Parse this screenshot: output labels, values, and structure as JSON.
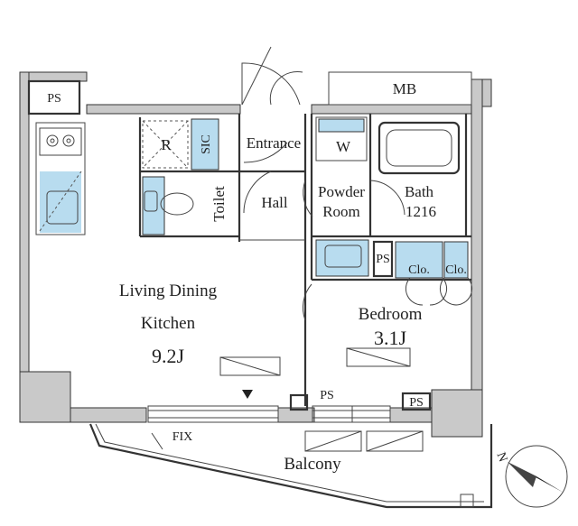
{
  "colors": {
    "wall_fill": "#c9c9c9",
    "line": "#333333",
    "storage_fill": "#b8dcef",
    "background": "#ffffff"
  },
  "labels": {
    "ps_top_left": "PS",
    "mb": "MB",
    "refrigerator": "R",
    "sic": "SIC",
    "entrance": "Entrance",
    "washer": "W",
    "toilet": "Toilet",
    "hall": "Hall",
    "powder_room_1": "Powder",
    "powder_room_2": "Room",
    "bath": "Bath",
    "bath_size": "1216",
    "ps_small": "PS",
    "closet_1": "Clo.",
    "closet_2": "Clo.",
    "ldk_1": "Living Dining",
    "ldk_2": "Kitchen",
    "ldk_size": "9.2J",
    "bedroom": "Bedroom",
    "bedroom_size": "3.1J",
    "ps_bottom_center": "PS",
    "ps_bottom_right": "PS",
    "fix": "FIX",
    "balcony": "Balcony",
    "compass_n": "N"
  },
  "icons": {
    "compass": "north-arrow-icon",
    "stove": "gas-stove-icon",
    "sink": "kitchen-sink-icon",
    "toilet": "toilet-icon",
    "bathtub": "bathtub-icon",
    "washbasin": "washbasin-icon",
    "ac": "air-conditioner-icon",
    "entry_marker": "triangle-marker-icon"
  }
}
